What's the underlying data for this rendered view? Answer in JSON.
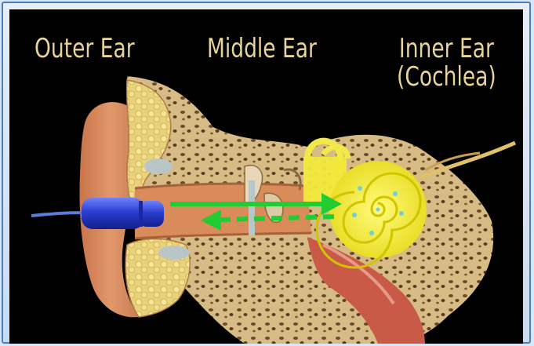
{
  "labels": {
    "outer": "Outer Ear",
    "middle": "Middle Ear",
    "inner_line1": "Inner Ear",
    "inner_line2": "(Cochlea)"
  },
  "colors": {
    "frame_border": "#4a7ebd",
    "background": "#000000",
    "label_text": "#e8d49a",
    "probe": "#2a3fd0",
    "arrow": "#22cc33",
    "cochlea": "#f2ee2a",
    "bone": "#d9c08a",
    "skin": "#d98c5a"
  },
  "icons": {
    "probe": "ear-probe-icon",
    "forward_arrow": "solid-right-arrow",
    "return_arrow": "dashed-left-arrow",
    "cochlea": "spiral-cochlea-icon"
  }
}
